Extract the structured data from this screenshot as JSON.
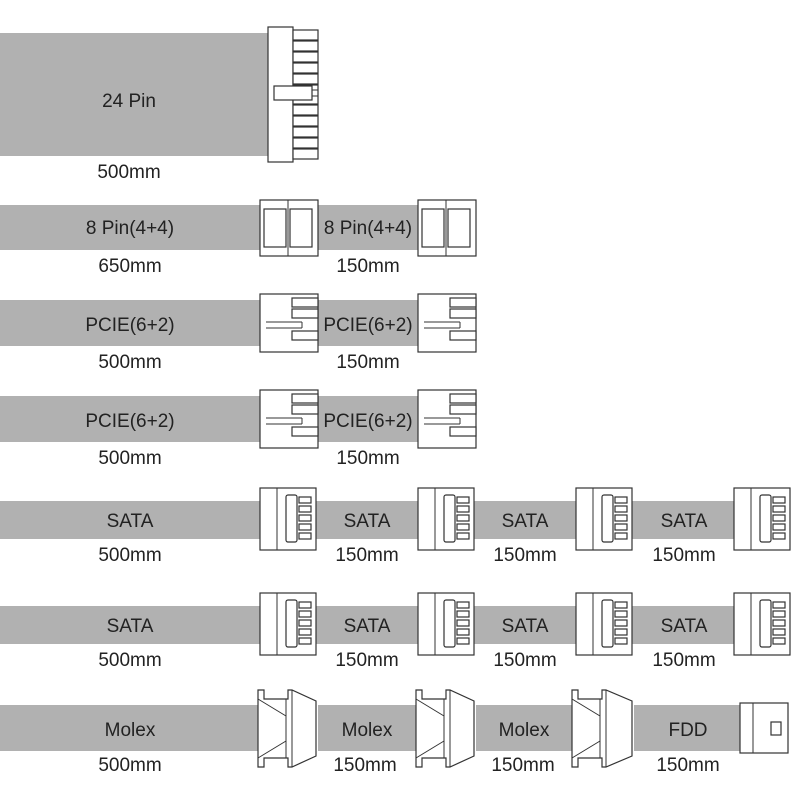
{
  "cables": [
    {
      "name": "24-pin",
      "segments": [
        {
          "label": "24 Pin",
          "length": "500mm"
        }
      ]
    },
    {
      "name": "eps",
      "segments": [
        {
          "label": "8 Pin(4+4)",
          "length": "650mm"
        },
        {
          "label": "8 Pin(4+4)",
          "length": "150mm"
        }
      ]
    },
    {
      "name": "pcie-1",
      "segments": [
        {
          "label": "PCIE(6+2)",
          "length": "500mm"
        },
        {
          "label": "PCIE(6+2)",
          "length": "150mm"
        }
      ]
    },
    {
      "name": "pcie-2",
      "segments": [
        {
          "label": "PCIE(6+2)",
          "length": "500mm"
        },
        {
          "label": "PCIE(6+2)",
          "length": "150mm"
        }
      ]
    },
    {
      "name": "sata-1",
      "segments": [
        {
          "label": "SATA",
          "length": "500mm"
        },
        {
          "label": "SATA",
          "length": "150mm"
        },
        {
          "label": "SATA",
          "length": "150mm"
        },
        {
          "label": "SATA",
          "length": "150mm"
        }
      ]
    },
    {
      "name": "sata-2",
      "segments": [
        {
          "label": "SATA",
          "length": "500mm"
        },
        {
          "label": "SATA",
          "length": "150mm"
        },
        {
          "label": "SATA",
          "length": "150mm"
        },
        {
          "label": "SATA",
          "length": "150mm"
        }
      ]
    },
    {
      "name": "molex",
      "segments": [
        {
          "label": "Molex",
          "length": "500mm"
        },
        {
          "label": "Molex",
          "length": "150mm"
        },
        {
          "label": "Molex",
          "length": "150mm"
        },
        {
          "label": "FDD",
          "length": "150mm"
        }
      ]
    }
  ]
}
